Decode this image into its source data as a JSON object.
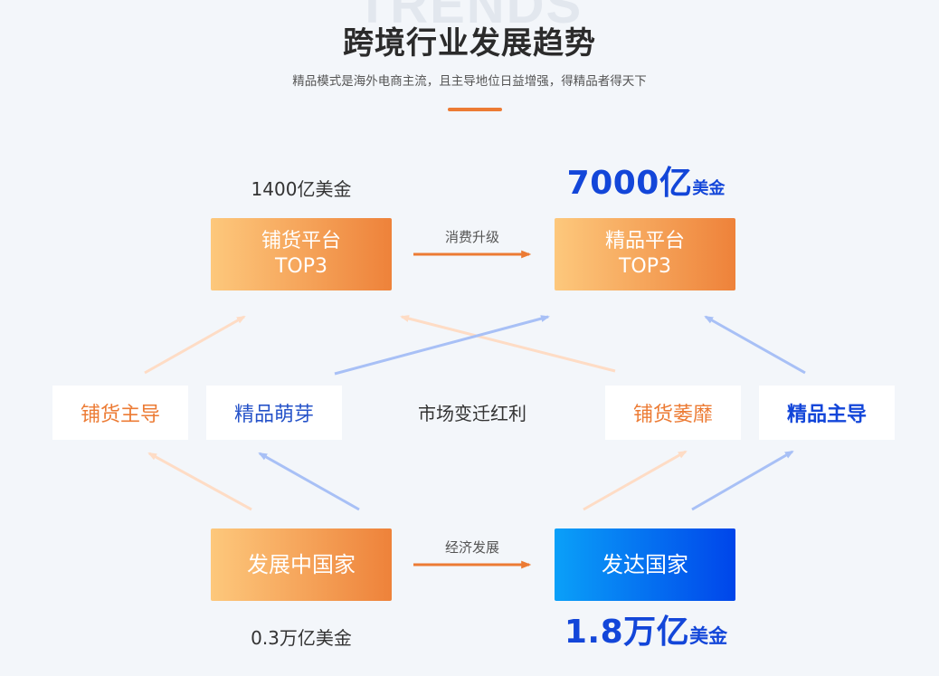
{
  "header": {
    "watermark": "TRENDS",
    "title": "跨境行业发展趋势",
    "subtitle": "精品模式是海外电商主流，且主导地位日益增强，得精品者得天下"
  },
  "colors": {
    "page_bg": "#f3f6fa",
    "watermark": "#e2e7ee",
    "text_dark": "#2b2b2b",
    "text_mid": "#333333",
    "text_gray": "#555555",
    "orange": "#ec7b34",
    "orange_start": "#fdc87c",
    "orange_end": "#ee823a",
    "blue": "#1346d9",
    "blue_text": "#2653c9",
    "blue_start": "#0aa0f8",
    "blue_end": "#0045ea",
    "peach_line": "#fedcc5",
    "blue_line": "#a8c0f6"
  },
  "platforms": {
    "left_market_size": "1400亿美金",
    "right_market_size": {
      "value": "7000亿",
      "unit": "美金"
    },
    "left_box": {
      "name": "铺货平台",
      "rank": "TOP3"
    },
    "right_box": {
      "name": "精品平台",
      "rank": "TOP3"
    },
    "arrow_label": "消费升级"
  },
  "modes": {
    "items": [
      "铺货主导",
      "精品萌芽",
      "铺货萎靡",
      "精品主导"
    ],
    "center_label": "市场变迁红利"
  },
  "markets": {
    "left_box": "发展中国家",
    "right_box": "发达国家",
    "arrow_label": "经济发展",
    "left_market_size": "0.3万亿美金",
    "right_market_size": {
      "value": "1.8万亿",
      "unit": "美金"
    }
  }
}
